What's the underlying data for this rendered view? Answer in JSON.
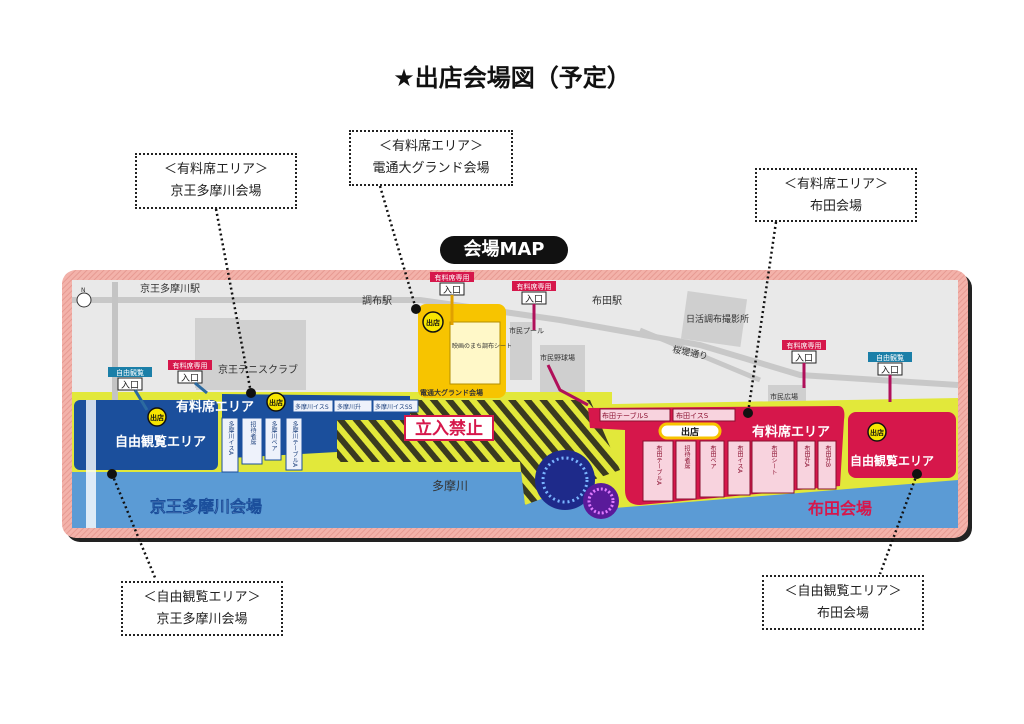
{
  "title": "★出店会場図（予定）",
  "map_badge": "会場MAP",
  "callouts": [
    {
      "heading": "＜有料席エリア＞",
      "venue": "京王多摩川会場"
    },
    {
      "heading": "＜有料席エリア＞",
      "venue": "電通大グランド会場"
    },
    {
      "heading": "＜有料席エリア＞",
      "venue": "布田会場"
    },
    {
      "heading": "＜自由観覧エリア＞",
      "venue": "京王多摩川会場"
    },
    {
      "heading": "＜自由観覧エリア＞",
      "venue": "布田会場"
    }
  ],
  "map": {
    "north": "N",
    "landmarks": {
      "keio_tamagawa_station": "京王多摩川駅",
      "chofu_station": "調布駅",
      "fuda_station": "布田駅",
      "keio_tennis": "京王テニスクラブ",
      "citizen_pool": "市民プール",
      "citizen_baseball": "市民野球場",
      "nikkatsu": "日活調布撮影所",
      "sakurazutsumi": "桜堤通り",
      "citizen_plaza": "市民広場",
      "tamagawa_river": "多摩川",
      "dentsu_venue": "電通大グランド会場",
      "eiga_seat": "映画のまち調布シート",
      "no_entry": "立入禁止"
    },
    "entrance_label": "入口",
    "paid_only": "有料席専用",
    "free_view": "自由観覧",
    "shop": "出店",
    "paid_area": "有料席エリア",
    "free_area": "自由観覧エリア",
    "keio_venue": "京王多摩川会場",
    "fuda_venue": "布田会場",
    "keio_seats": [
      "多摩川イスS",
      "多摩川升",
      "多摩川イスSS",
      "多摩川イスA",
      "招待者席",
      "多摩川ペア",
      "多摩川テーブルA"
    ],
    "fuda_seats": [
      "布田テーブルS",
      "布田イスS",
      "布田テーブルA",
      "招待者席",
      "布田ペア",
      "布田イスA",
      "布田シート",
      "布田升A",
      "布田升B"
    ]
  },
  "colors": {
    "paid_red": "#d6174b",
    "keio_blue": "#1b4f9c",
    "water": "#5b9bd5",
    "yellow": "#e2e83a",
    "frame": "#f0a8a0"
  }
}
